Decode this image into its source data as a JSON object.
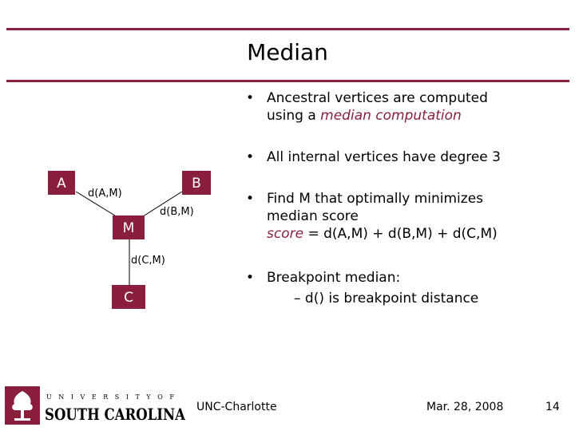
{
  "title": "Median",
  "bullets": [
    {
      "line1_pre": "Ancestral vertices are computed",
      "line2_pre": "using a ",
      "line2_em": "median computation"
    },
    {
      "text": "All internal vertices have degree 3"
    },
    {
      "line1": "Find M that optimally minimizes",
      "line2": "median score",
      "line3_em": "score",
      "line3_rest": " = d(A,M) + d(B,M) + d(C,M)"
    },
    {
      "line1": "Breakpoint median:",
      "sub": "– d() is breakpoint distance"
    }
  ],
  "diagram": {
    "nodes": {
      "a": "A",
      "b": "B",
      "m": "M",
      "c": "C"
    },
    "edges": {
      "am": "d(A,M)",
      "bm": "d(B,M)",
      "cm": "d(C,M)"
    },
    "node_color": "#8a1f3d"
  },
  "footer": {
    "university_top": "U N I V E R S I T Y   O F",
    "university_name": "SOUTH CAROLINA",
    "center": "UNC-Charlotte",
    "date": "Mar. 28, 2008",
    "page": "14"
  },
  "colors": {
    "accent": "#8a1f3d"
  }
}
